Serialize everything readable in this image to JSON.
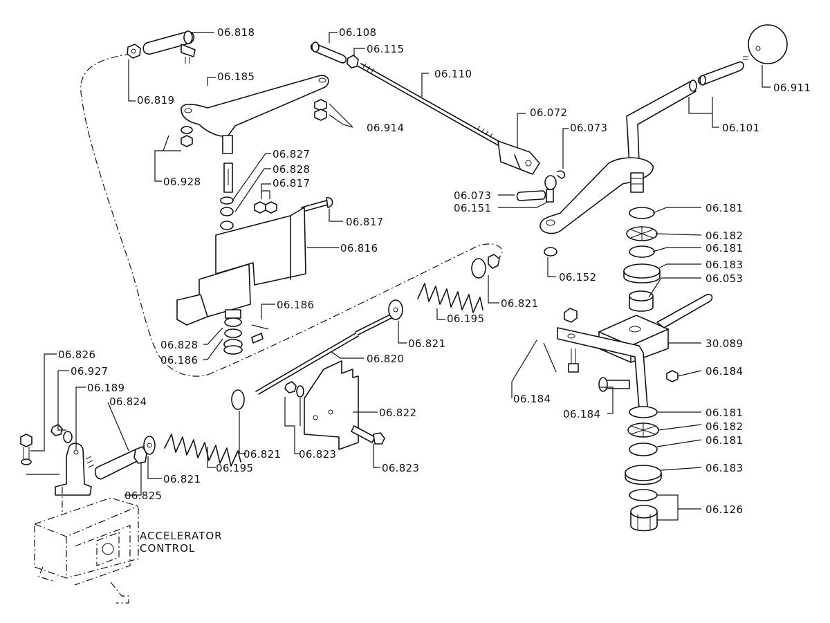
{
  "labels": {
    "p06_818": "06.818",
    "p06_819": "06.819",
    "p06_185": "06.185",
    "p06_928": "06.928",
    "p06_108": "06.108",
    "p06_115": "06.115",
    "p06_110": "06.110",
    "p06_914": "06.914",
    "p06_072": "06.072",
    "p06_073a": "06.073",
    "p06_073b": "06.073",
    "p06_151": "06.151",
    "p06_152": "06.152",
    "p06_911": "06.911",
    "p06_101": "06.101",
    "p06_181a": "06.181",
    "p06_182a": "06.182",
    "p06_181b": "06.181",
    "p06_183a": "06.183",
    "p06_053": "06.053",
    "p30_089": "30.089",
    "p06_184a": "06.184",
    "p06_184b": "06.184",
    "p06_184c": "06.184",
    "p06_181c": "06.181",
    "p06_182b": "06.182",
    "p06_181d": "06.181",
    "p06_183b": "06.183",
    "p06_126": "06.126",
    "p06_827": "06.827",
    "p06_828a": "06.828",
    "p06_817a": "06.817",
    "p06_817b": "06.817",
    "p06_816": "06.816",
    "p06_186a": "06.186",
    "p06_828b": "06.828",
    "p06_186b": "06.186",
    "p06_821a": "06.821",
    "p06_195a": "06.195",
    "p06_821b": "06.821",
    "p06_820": "06.820",
    "p06_822": "06.822",
    "p06_821c": "06.821",
    "p06_823a": "06.823",
    "p06_823b": "06.823",
    "p06_195b": "06.195",
    "p06_821d": "06.821",
    "p06_825": "06.825",
    "p06_826": "06.826",
    "p06_927": "06.927",
    "p06_189": "06.189",
    "p06_824": "06.824"
  },
  "caption": {
    "line1": "ACCELERATOR",
    "line2": "CONTROL"
  },
  "colors": {
    "ink": "#111111",
    "paper": "#ffffff"
  }
}
